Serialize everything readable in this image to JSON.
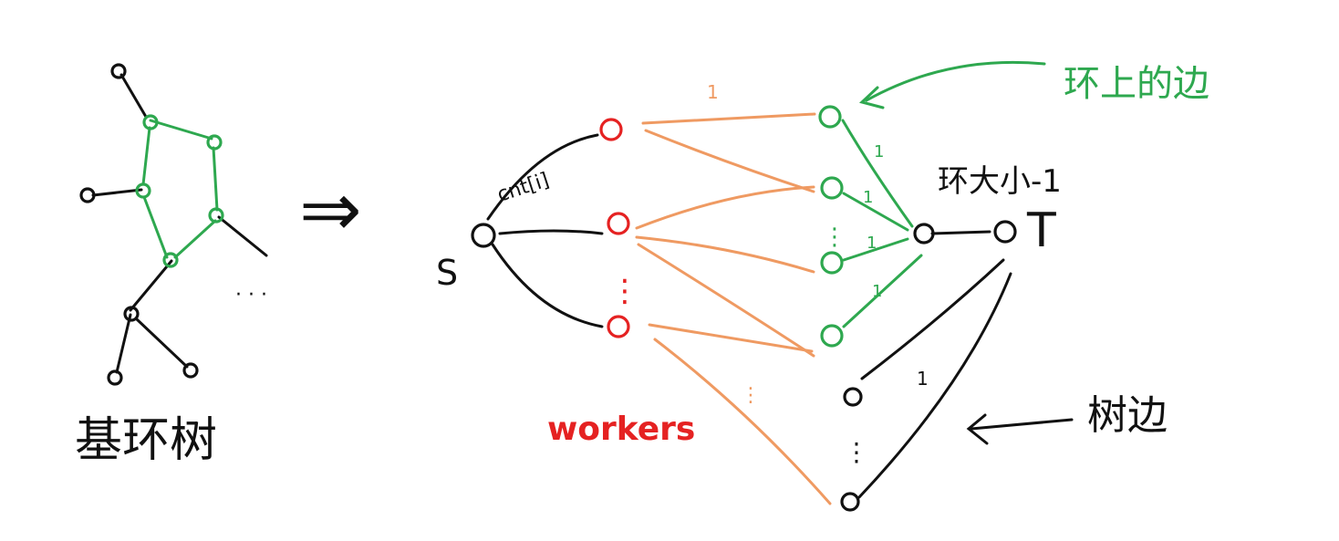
{
  "colors": {
    "ink": "#111111",
    "ring": "#2ea84f",
    "workers": "#e52222",
    "flow": "#ef9a62",
    "background": "#ffffff"
  },
  "left_graph": {
    "caption": "基环树",
    "ellipsis": "· · ·"
  },
  "arrow_symbol": "⇒",
  "flow_network": {
    "source_label": "S",
    "sink_label": "T",
    "source_edge_label": "cnt[i]",
    "workers_label": "workers",
    "top_capacity": "1",
    "ring_edge_capacities": [
      "1",
      "1",
      "1",
      "1"
    ],
    "tree_edge_capacity": "1",
    "ring_to_sink_label": "环大小-1",
    "ring_edges_annotation": "环上的边",
    "tree_edges_annotation": "树边",
    "vertical_ellipsis": "⋮"
  }
}
